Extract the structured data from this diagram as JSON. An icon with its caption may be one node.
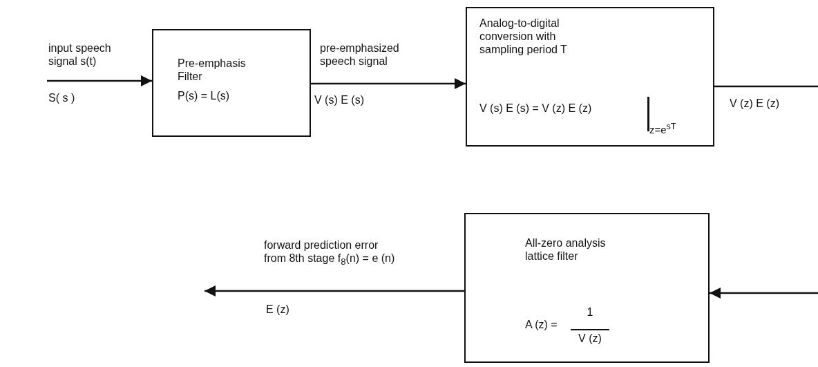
{
  "diagram": {
    "nodes": [
      {
        "text": [
          "Pre-emphasis Filter",
          "P(s) = L(s)"
        ]
      },
      {
        "text": [
          "Analog-to-digital conversion with sampling period  T",
          "V (s) E (s) = V (z) E (z)",
          "z=e$^{sT}$"
        ]
      },
      {
        "text": [
          "All-zero analysis lattice filter",
          "A (z) =",
          "1",
          "V (z)"
        ]
      }
    ],
    "edges": [
      {
        "from": null,
        "to": 0,
        "arrow": "to",
        "label": "input speech signal  s(t)"
      },
      {
        "from": 0,
        "to": 1,
        "arrow": "to",
        "label": "pre-emphasized speech signal"
      },
      {
        "from": 1,
        "to": null,
        "arrow": "none"
      },
      {
        "from": null,
        "to": 2,
        "arrow": "to"
      },
      {
        "from": 2,
        "to": null,
        "arrow": "to",
        "label": "forward prediction error from 8th stage f$_{8}$(n) = e (n)"
      }
    ],
    "labels": [
      "S( s )",
      "V (s) E (s)",
      "V (z) E (z)",
      "E (z)"
    ]
  }
}
